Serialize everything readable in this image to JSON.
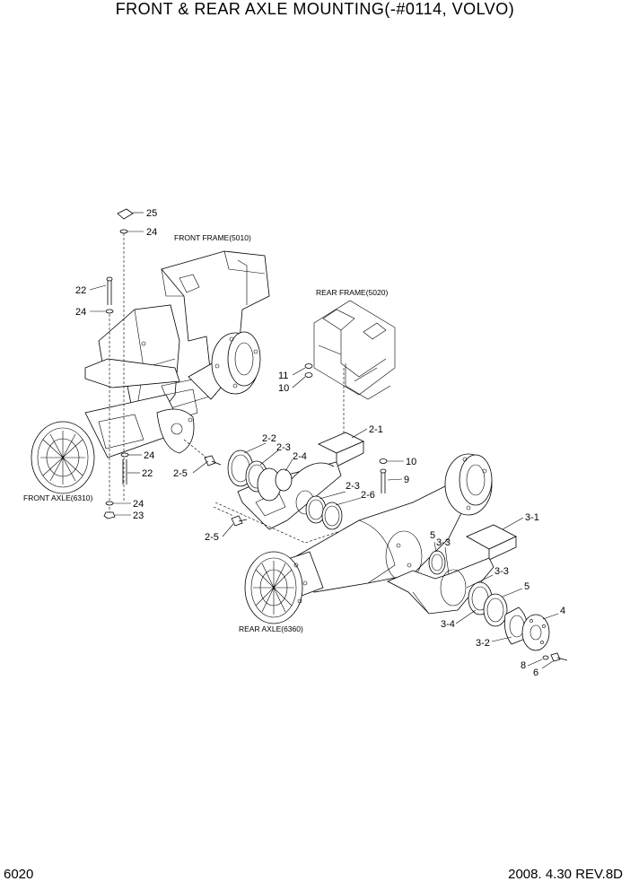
{
  "page": {
    "title": "FRONT & REAR AXLE MOUNTING(-#0114, VOLVO)",
    "page_number": "6020",
    "revision": "2008. 4.30  REV.8D"
  },
  "assemblies": {
    "front_frame": "FRONT FRAME(5010)",
    "rear_frame": "REAR FRAME(5020)",
    "front_axle": "FRONT AXLE(6310)",
    "rear_axle": "REAR AXLE(6360)"
  },
  "callouts": {
    "c25": "25",
    "c24a": "24",
    "c22a": "22",
    "c24b": "24",
    "c24c": "24",
    "c22b": "22",
    "c24d": "24",
    "c23": "23",
    "c11": "11",
    "c10a": "10",
    "c2_1": "2-1",
    "c2_2": "2-2",
    "c2_3a": "2-3",
    "c2_4": "2-4",
    "c2_5a": "2-5",
    "c10b": "10",
    "c9": "9",
    "c2_3b": "2-3",
    "c2_6": "2-6",
    "c2_5b": "2-5",
    "c3_1": "3-1",
    "c5a": "5",
    "c3_3a": "3-3",
    "c3_3b": "3-3",
    "c5b": "5",
    "c4": "4",
    "c3_4": "3-4",
    "c3_2": "3-2",
    "c8": "8",
    "c6": "6"
  }
}
